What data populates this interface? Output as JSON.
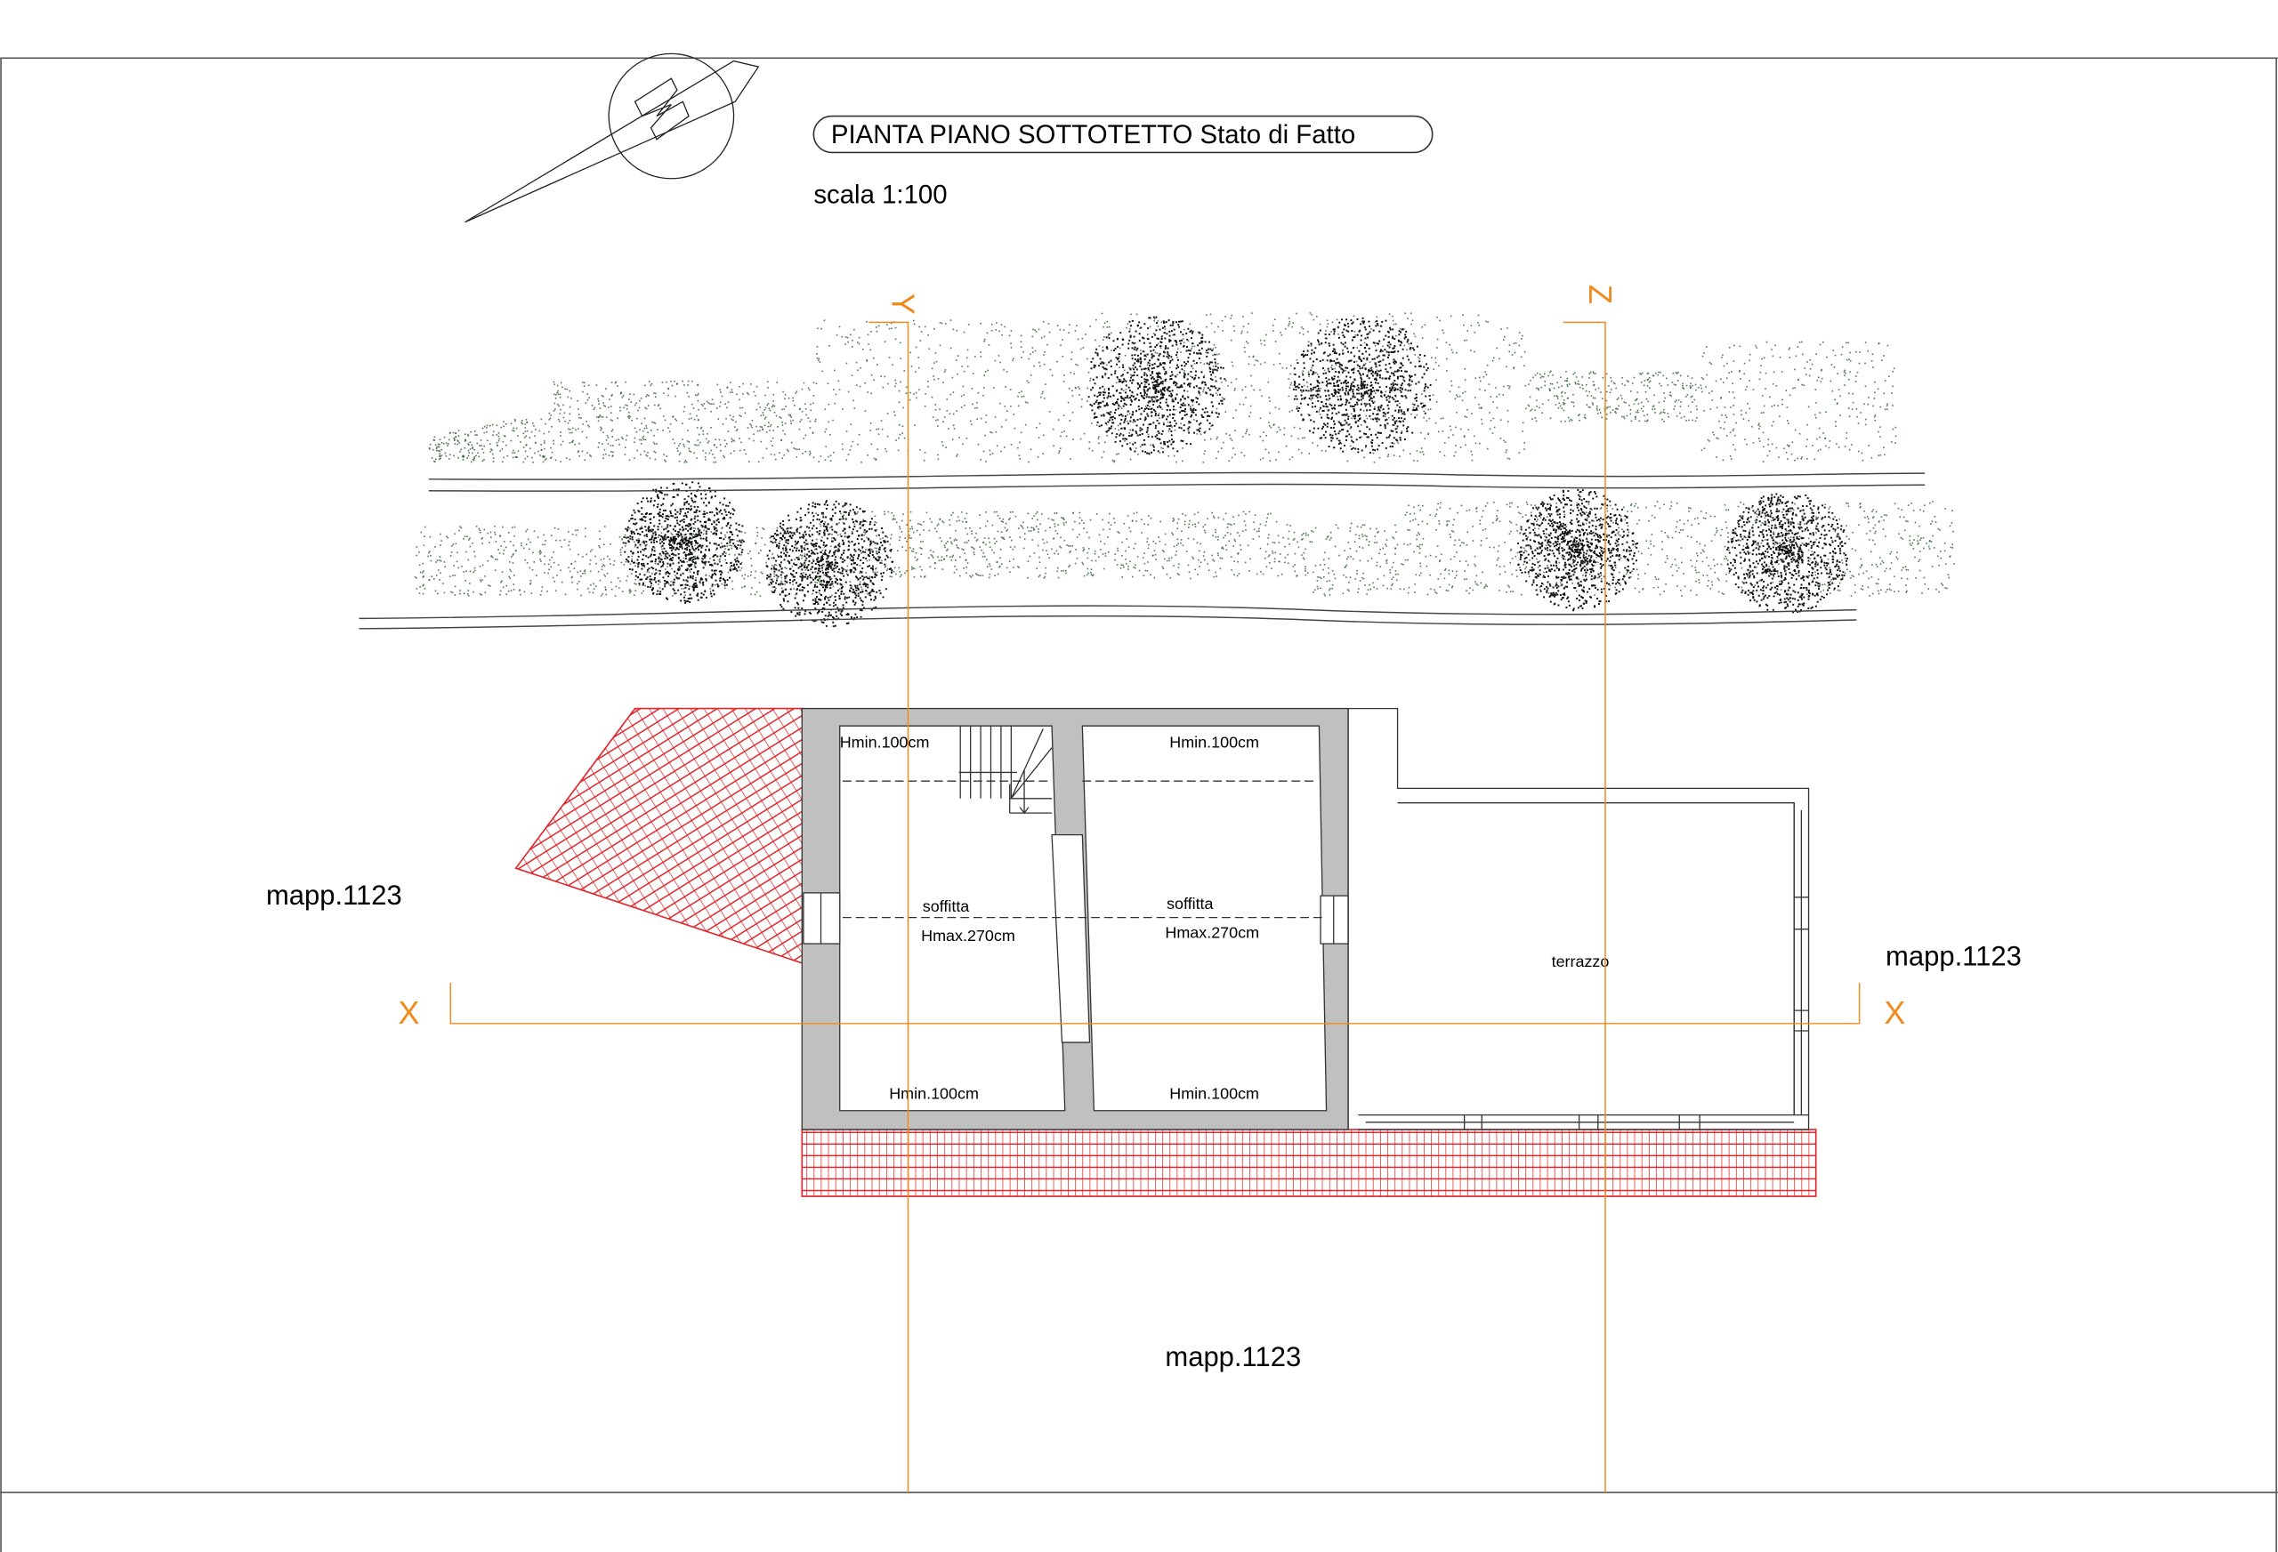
{
  "title": "PIANTA PIANO SOTTOTETTO Stato di Fatto",
  "scale": "scala 1:100",
  "rooms": {
    "left": {
      "top": "Hmin.100cm",
      "name": "soffitta",
      "max": "Hmax.270cm",
      "bottom": "Hmin.100cm"
    },
    "right": {
      "top": "Hmin.100cm",
      "name": "soffitta",
      "max": "Hmax.270cm",
      "bottom": "Hmin.100cm"
    },
    "terrace": "terrazzo"
  },
  "parcels": {
    "west": "mapp.1123",
    "east": "mapp.1123",
    "south": "mapp.1123"
  },
  "axes": {
    "x_left": "X",
    "x_right": "X",
    "y": "Y",
    "z": "Z"
  },
  "north_label": "N",
  "colors": {
    "axis": "#f08a1c",
    "tile": "#e0262b",
    "wall": "#c0c0c0",
    "vegetation": "#2f5a2f"
  }
}
